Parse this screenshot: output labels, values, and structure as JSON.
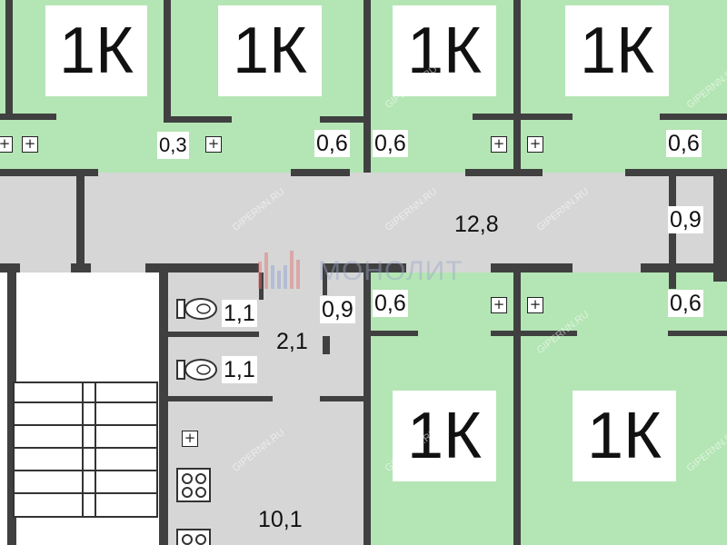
{
  "colors": {
    "apartment": "#b4e5b4",
    "common_area": "#d6d6d6",
    "wall": "#404040",
    "label_bg": "#ffffff"
  },
  "apartments": {
    "top": [
      "1К",
      "1К",
      "1К",
      "1К"
    ],
    "bottom": [
      "1К",
      "1К"
    ]
  },
  "areas": {
    "a03": "0,3",
    "a06_1": "0,6",
    "a06_2": "0,6",
    "a06_3": "0,6",
    "corridor": "12,8",
    "a09_right": "0,9",
    "a09_mid": "0,9",
    "a06_4": "0,6",
    "a06_5": "0,6",
    "wc1": "1,1",
    "wc2": "1,1",
    "hall": "2,1",
    "kitchen": "10,1"
  },
  "logo": {
    "text": "МОНОЛИТ"
  },
  "watermark": "GIPERNN.RU",
  "icons": [
    "socket-icon",
    "toilet-icon",
    "stove-icon",
    "staircase-icon"
  ]
}
